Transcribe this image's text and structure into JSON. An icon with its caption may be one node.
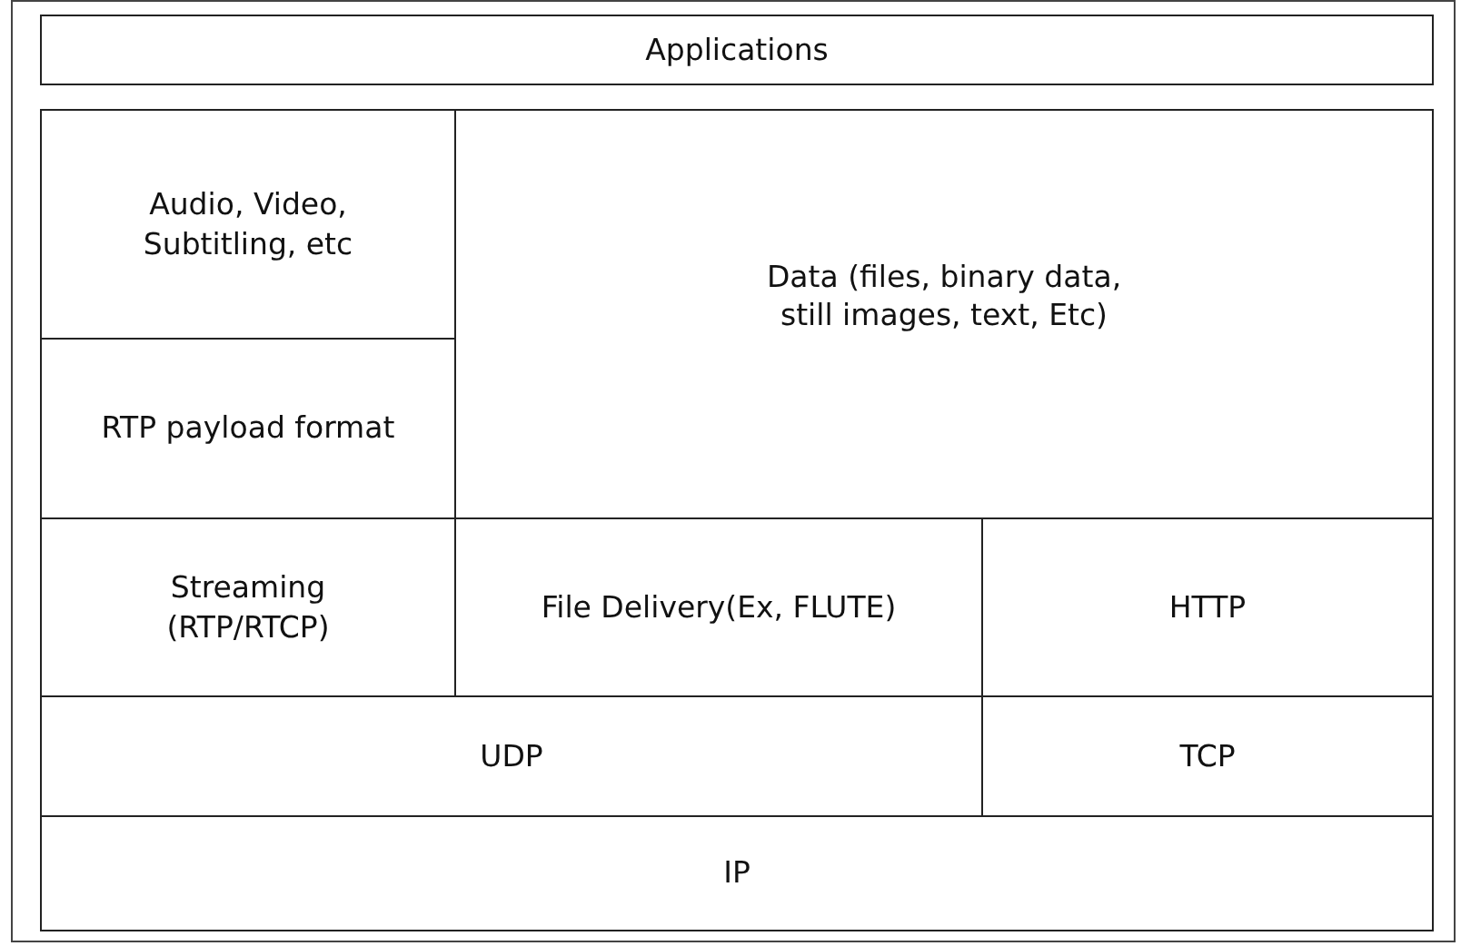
{
  "diagram": {
    "nodes": [
      {
        "text": [
          "Applications"
        ]
      },
      {
        "text": [
          "Audio, Video, Subtitling, etc"
        ]
      },
      {
        "text": [
          "RTP payload format"
        ]
      },
      {
        "text": [
          "Data (files, binary data, still images, text, Etc)"
        ]
      },
      {
        "text": [
          "Streaming (RTP/RTCP)"
        ]
      },
      {
        "text": [
          "File Delivery(Ex, FLUTE)"
        ]
      },
      {
        "text": [
          "HTTP"
        ]
      },
      {
        "text": [
          "UDP"
        ]
      },
      {
        "text": [
          "TCP"
        ]
      },
      {
        "text": [
          "IP"
        ]
      }
    ]
  }
}
